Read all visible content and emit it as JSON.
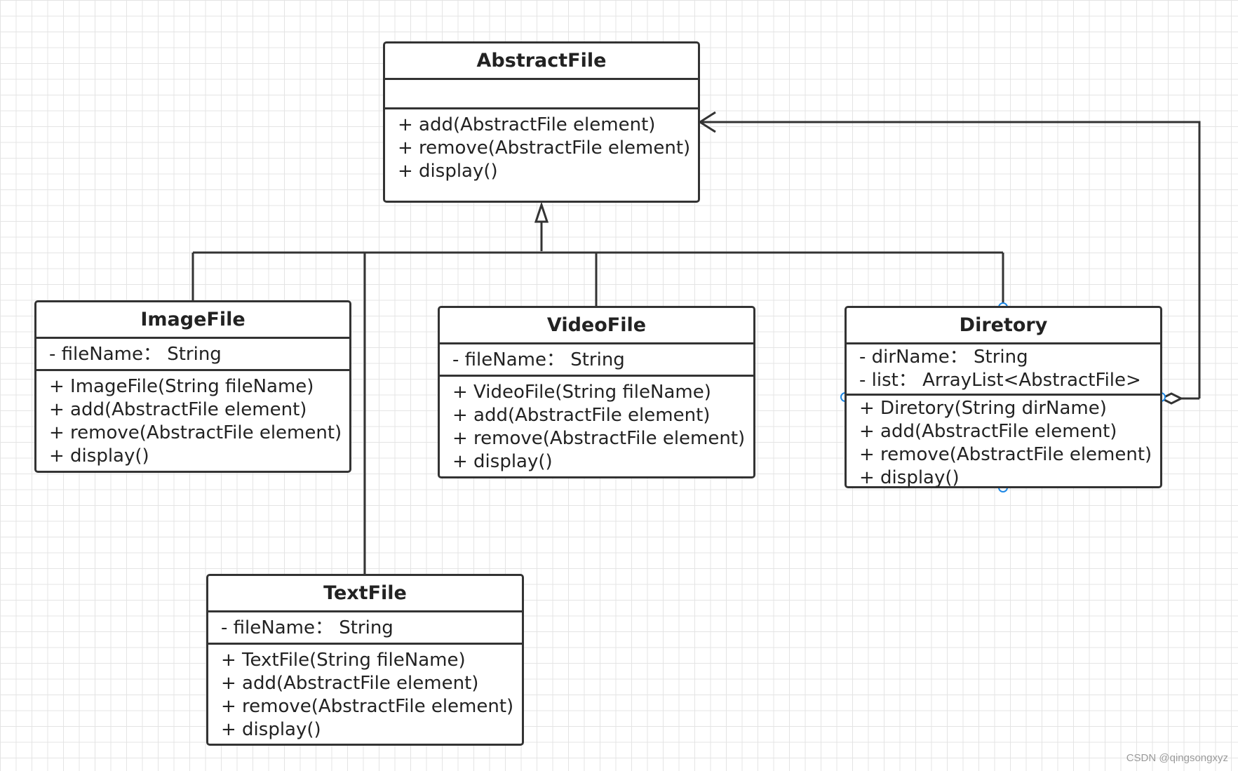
{
  "classes": {
    "abstract_file": {
      "name": "AbstractFile",
      "attributes": [],
      "operations": [
        "+ add(AbstractFile element)",
        "+ remove(AbstractFile element)",
        "+ display()"
      ]
    },
    "image_file": {
      "name": "ImageFile",
      "attributes": [
        "- fileName： String"
      ],
      "operations": [
        "+ ImageFile(String fileName)",
        "+ add(AbstractFile element)",
        "+ remove(AbstractFile element)",
        "+ display()"
      ]
    },
    "video_file": {
      "name": "VideoFile",
      "attributes": [
        "- fileName： String"
      ],
      "operations": [
        "+ VideoFile(String fileName)",
        "+ add(AbstractFile element)",
        "+ remove(AbstractFile element)",
        "+ display()"
      ]
    },
    "diretory": {
      "name": "Diretory",
      "attributes": [
        "- dirName： String",
        "- list： ArrayList<AbstractFile>"
      ],
      "operations": [
        "+ Diretory(String dirName)",
        "+ add(AbstractFile element)",
        "+ remove(AbstractFile element)",
        "+ display()"
      ]
    },
    "text_file": {
      "name": "TextFile",
      "attributes": [
        "- fileName： String"
      ],
      "operations": [
        "+ TextFile(String fileName)",
        "+ add(AbstractFile element)",
        "+ remove(AbstractFile element)",
        "+ display()"
      ]
    }
  },
  "relationships": [
    {
      "type": "generalization",
      "from": "ImageFile",
      "to": "AbstractFile"
    },
    {
      "type": "generalization",
      "from": "TextFile",
      "to": "AbstractFile"
    },
    {
      "type": "generalization",
      "from": "VideoFile",
      "to": "AbstractFile"
    },
    {
      "type": "generalization",
      "from": "Diretory",
      "to": "AbstractFile"
    },
    {
      "type": "aggregation",
      "from": "Diretory",
      "to": "AbstractFile"
    }
  ],
  "watermark": "CSDN @qingsongxyz",
  "colors": {
    "line": "#333333",
    "handle": "#1e88e5",
    "grid": "#e4e4e4"
  }
}
